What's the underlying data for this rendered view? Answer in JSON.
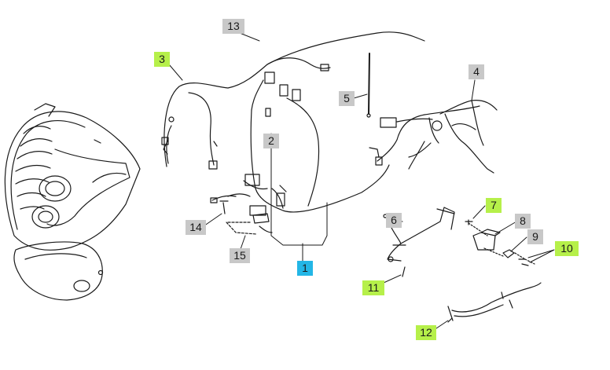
{
  "diagram": {
    "colors": {
      "line": "#1a1a1a",
      "gray_callout": "#c8c8c8",
      "green_callout": "#b6f04a",
      "blue_callout": "#23b6e6"
    },
    "callouts": {
      "c1": {
        "label": "1",
        "style": "blue"
      },
      "c2": {
        "label": "2",
        "style": "gray"
      },
      "c3": {
        "label": "3",
        "style": "green"
      },
      "c4": {
        "label": "4",
        "style": "gray"
      },
      "c5": {
        "label": "5",
        "style": "gray"
      },
      "c6": {
        "label": "6",
        "style": "gray"
      },
      "c7": {
        "label": "7",
        "style": "green"
      },
      "c8": {
        "label": "8",
        "style": "gray"
      },
      "c9": {
        "label": "9",
        "style": "gray"
      },
      "c10": {
        "label": "10",
        "style": "green"
      },
      "c11": {
        "label": "11",
        "style": "green"
      },
      "c12": {
        "label": "12",
        "style": "green"
      },
      "c13": {
        "label": "13",
        "style": "gray"
      },
      "c14": {
        "label": "14",
        "style": "gray"
      },
      "c15": {
        "label": "15",
        "style": "gray"
      }
    }
  }
}
